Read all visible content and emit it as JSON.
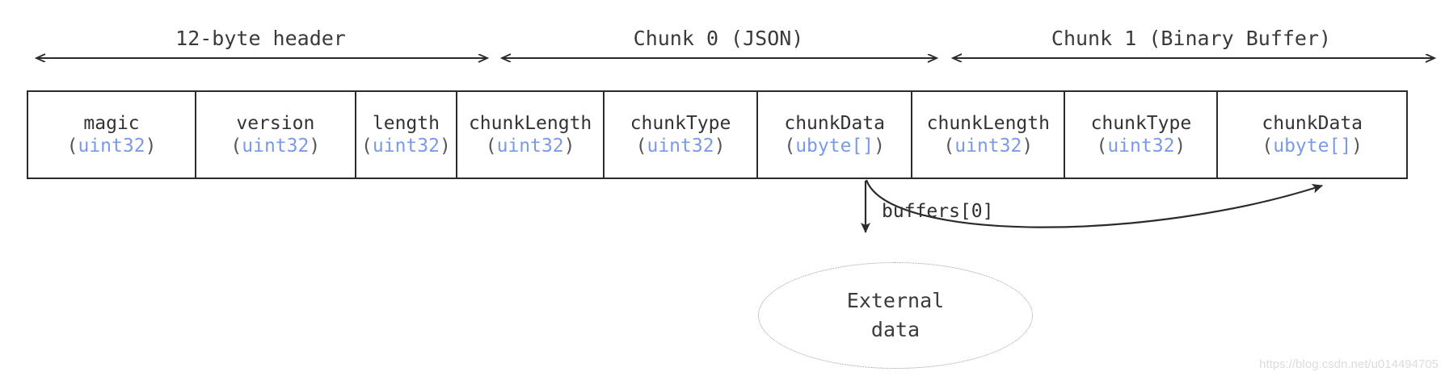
{
  "diagram": {
    "title": "GLB binary file layout",
    "colors": {
      "line": "#2b2b2b",
      "text": "#333333",
      "type_blue": "#7a9ae8",
      "ellipse_border": "#9a9a9a",
      "background": "#ffffff",
      "watermark": "#dcdcdc"
    },
    "sections": [
      {
        "label": "12-byte header"
      },
      {
        "label": "Chunk 0 (JSON)"
      },
      {
        "label": "Chunk 1 (Binary Buffer)"
      }
    ],
    "fields": [
      {
        "name": "magic",
        "type": "uint32",
        "open": "(",
        "close": ")"
      },
      {
        "name": "version",
        "type": "uint32",
        "open": "(",
        "close": ")"
      },
      {
        "name": "length",
        "type": "uint32",
        "open": "(",
        "close": ")"
      },
      {
        "name": "chunkLength",
        "type": "uint32",
        "open": "(",
        "close": ")"
      },
      {
        "name": "chunkType",
        "type": "uint32",
        "open": "(",
        "close": ")"
      },
      {
        "name": "chunkData",
        "type": "ubyte[]",
        "open": "(",
        "close": ")"
      },
      {
        "name": "chunkLength",
        "type": "uint32",
        "open": "(",
        "close": ")"
      },
      {
        "name": "chunkType",
        "type": "uint32",
        "open": "(",
        "close": ")"
      },
      {
        "name": "chunkData",
        "type": "ubyte[]",
        "open": "(",
        "close": ")"
      }
    ],
    "external_node": {
      "line1": "External",
      "line2": "data"
    },
    "edge_label": "buffers[0]",
    "watermark": "https://blog.csdn.net/u014494705"
  }
}
